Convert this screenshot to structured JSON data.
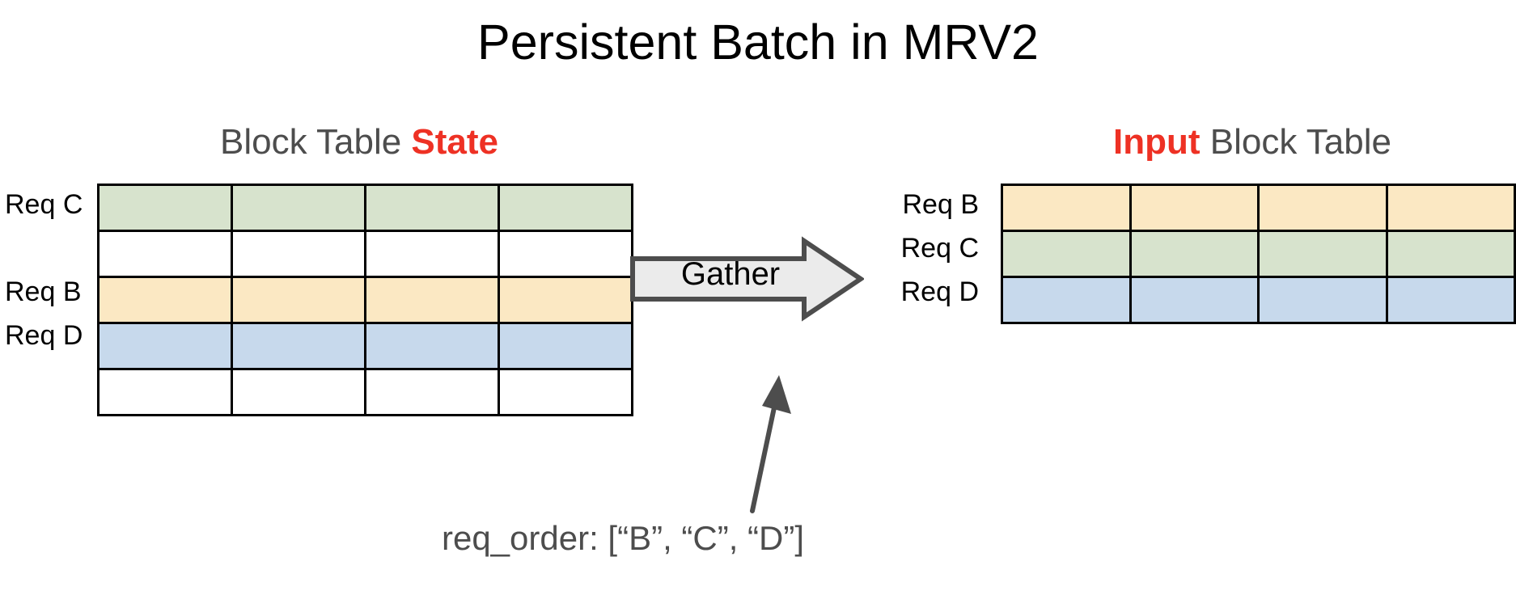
{
  "title": "Persistent Batch in MRV2",
  "colors": {
    "accent_red": "#ee3124",
    "heading_gray": "#4d4d4d",
    "green_row": "#d7e3cd",
    "yellow_row": "#fbe8c3",
    "blue_row": "#c7d9ec",
    "white_row": "#ffffff",
    "border_black": "#000000",
    "arrow_fill": "#ebebeb",
    "arrow_stroke": "#4d4d4d"
  },
  "left_panel": {
    "heading_prefix": "Block Table ",
    "heading_accent": "State",
    "columns": 4,
    "rows": [
      {
        "label": "Req C",
        "color": "green"
      },
      {
        "label": "",
        "color": "white"
      },
      {
        "label": "Req B",
        "color": "yellow"
      },
      {
        "label": "Req D",
        "color": "blue"
      },
      {
        "label": "",
        "color": "white"
      }
    ]
  },
  "right_panel": {
    "heading_accent": "Input",
    "heading_suffix": " Block Table",
    "columns": 4,
    "rows": [
      {
        "label": "Req B",
        "color": "yellow"
      },
      {
        "label": "Req C",
        "color": "green"
      },
      {
        "label": "Req D",
        "color": "blue"
      }
    ]
  },
  "gather": {
    "label": "Gather"
  },
  "caption": "req_order: [“B”, “C”, “D”]"
}
